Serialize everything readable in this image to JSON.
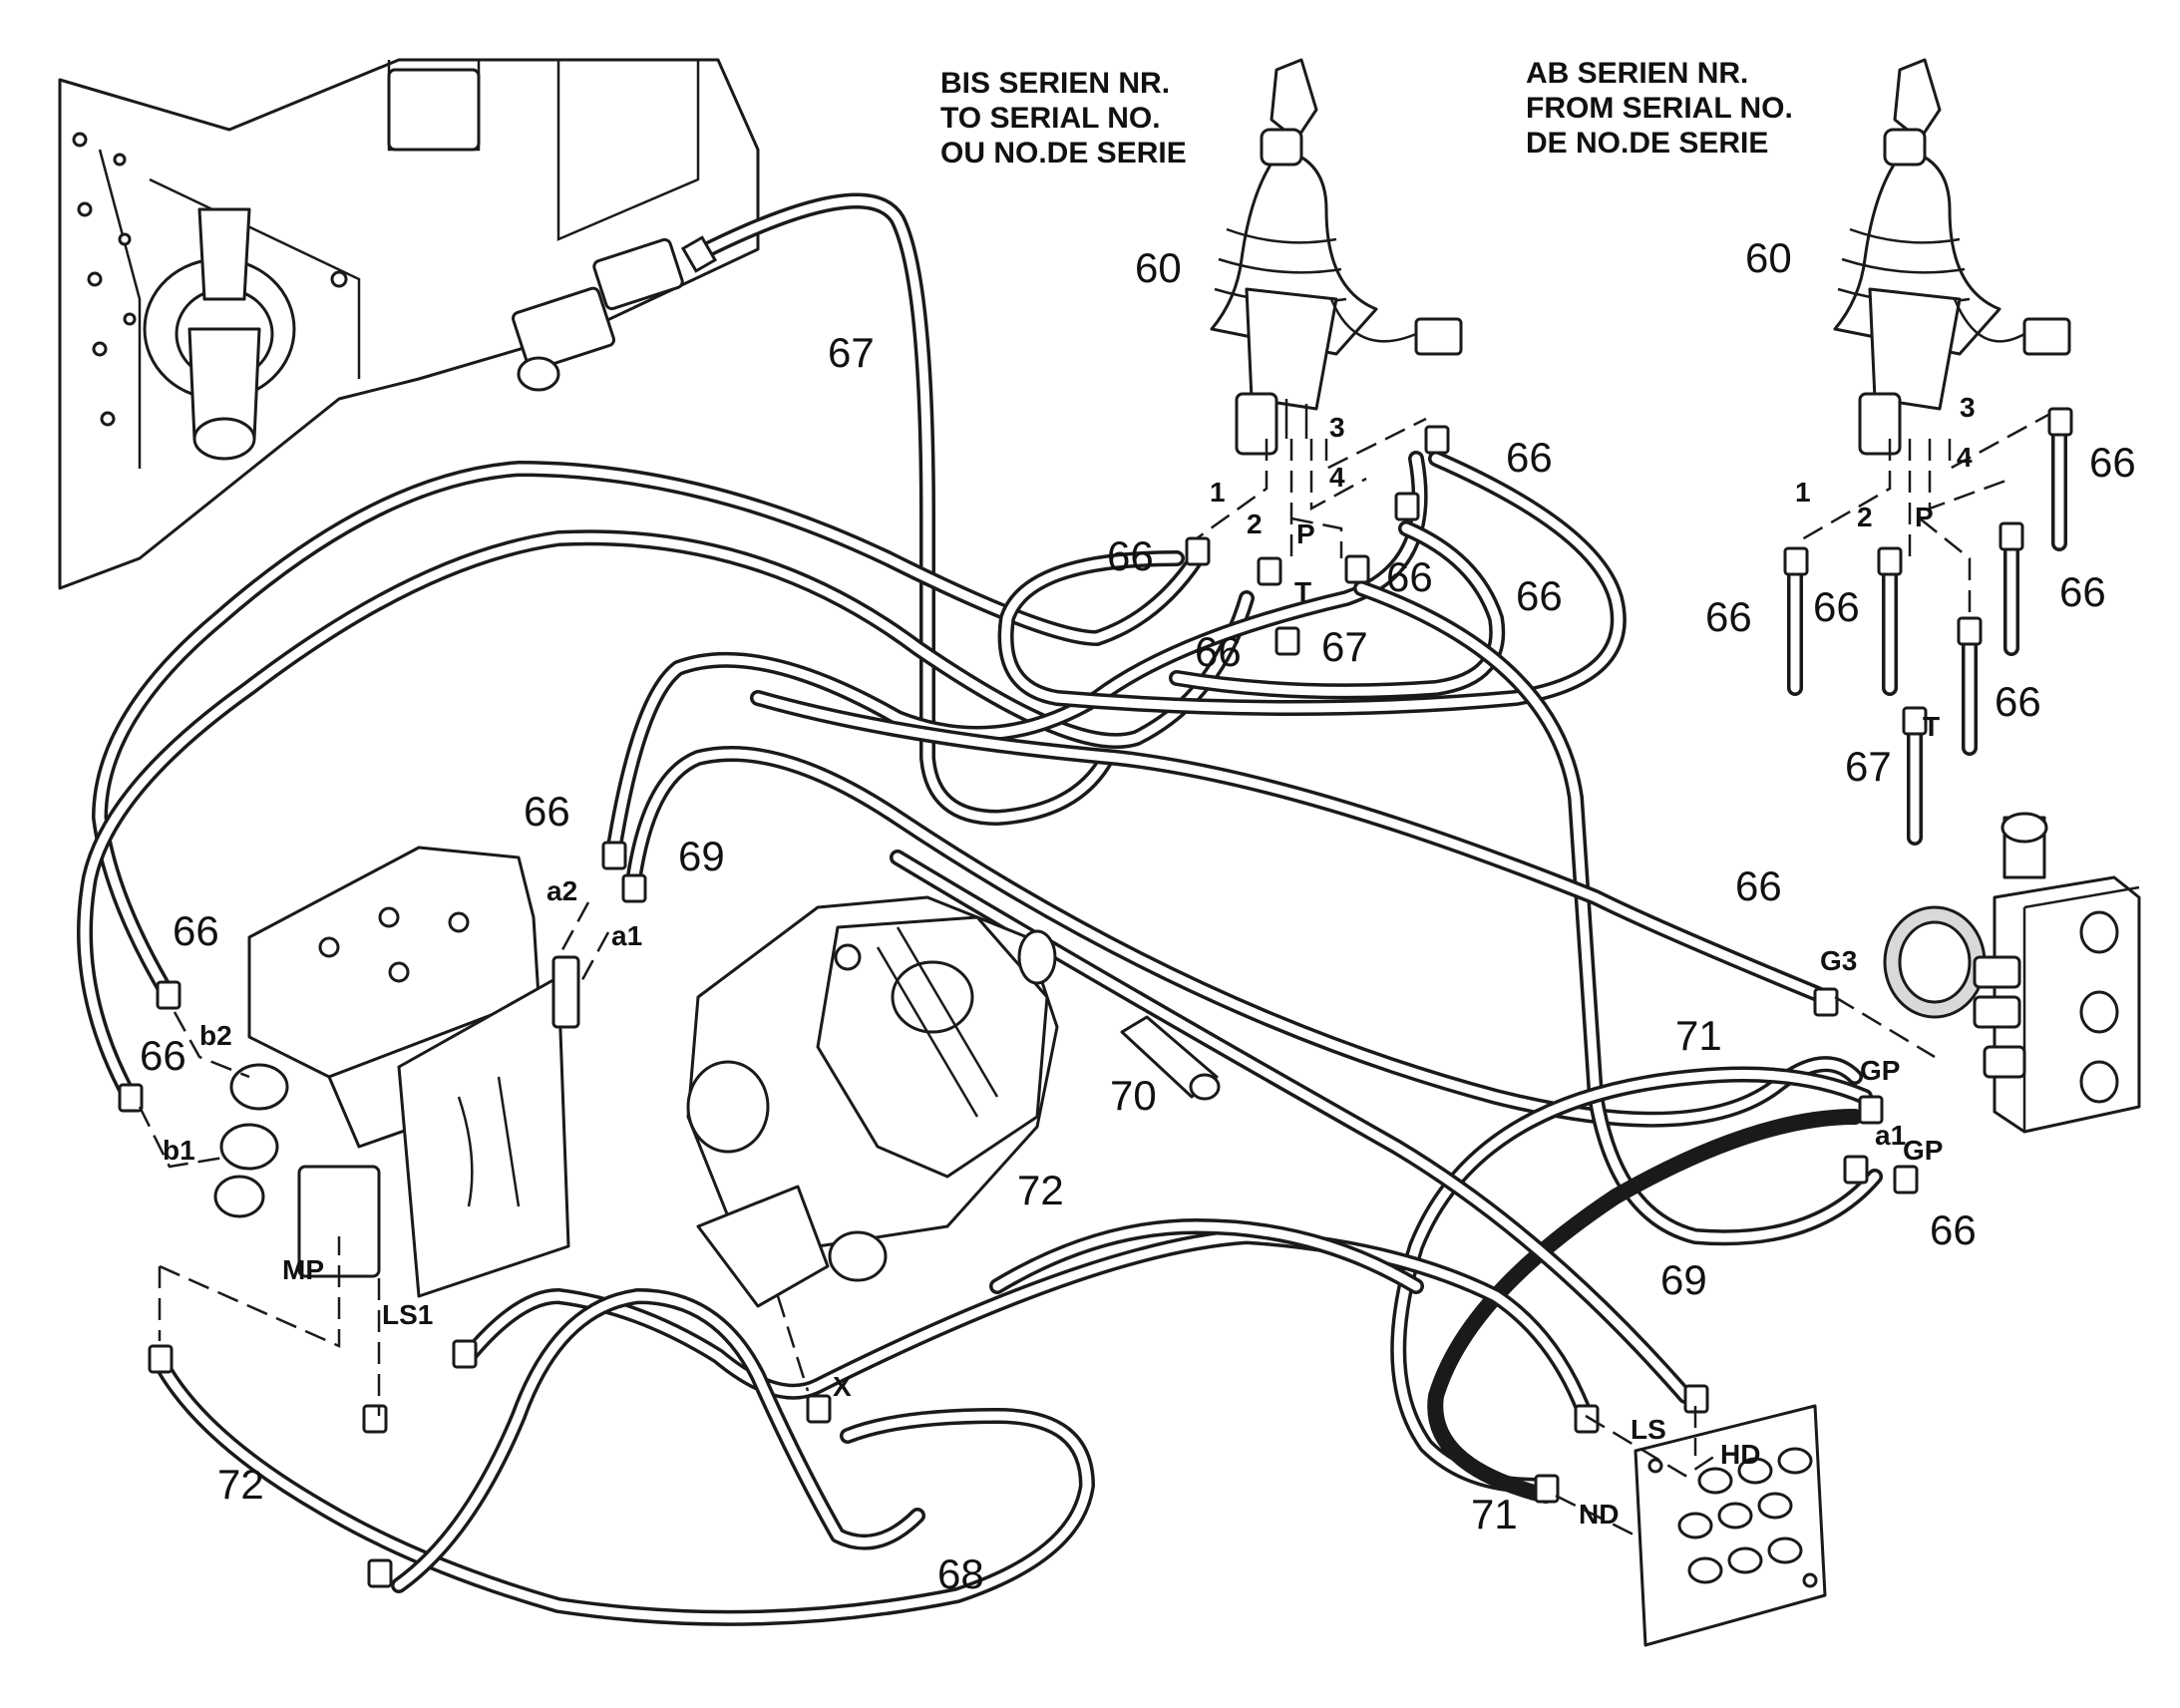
{
  "headers": {
    "left": [
      "BIS SERIEN NR.",
      "TO SERIAL NO.",
      "OU NO.DE SERIE"
    ],
    "right": [
      "AB SERIEN NR.",
      "FROM SERIAL NO.",
      "DE NO.DE SERIE"
    ]
  },
  "part_numbers": {
    "p60a": "60",
    "p60b": "60",
    "p66a": "66",
    "p66b": "66",
    "p66c": "66",
    "p66d": "66",
    "p66e": "66",
    "p66f": "66",
    "p66g": "66",
    "p66h": "66",
    "p66i": "66",
    "p66j": "66",
    "p66k": "66",
    "p66l": "66",
    "p66m": "66",
    "p66n": "66",
    "p66o": "66",
    "p67a": "67",
    "p67b": "67",
    "p67c": "67",
    "p68": "68",
    "p69a": "69",
    "p69b": "69",
    "p70": "70",
    "p71a": "71",
    "p71b": "71",
    "p72a": "72",
    "p72b": "72"
  },
  "ports": {
    "j1": "1",
    "j2": "2",
    "j3": "3",
    "j4": "4",
    "jP": "P",
    "jT": "T",
    "k1": "1",
    "k2": "2",
    "k3": "3",
    "k4": "4",
    "kP": "P",
    "kT": "T",
    "a2": "a2",
    "a1": "a1",
    "b2": "b2",
    "b1": "b1",
    "MP": "MP",
    "LS1": "LS1",
    "X": "X",
    "G3": "G3",
    "GP1": "GP",
    "GP2": "GP",
    "a1b": "a1",
    "LS": "LS",
    "HD": "HD",
    "ND": "ND"
  }
}
